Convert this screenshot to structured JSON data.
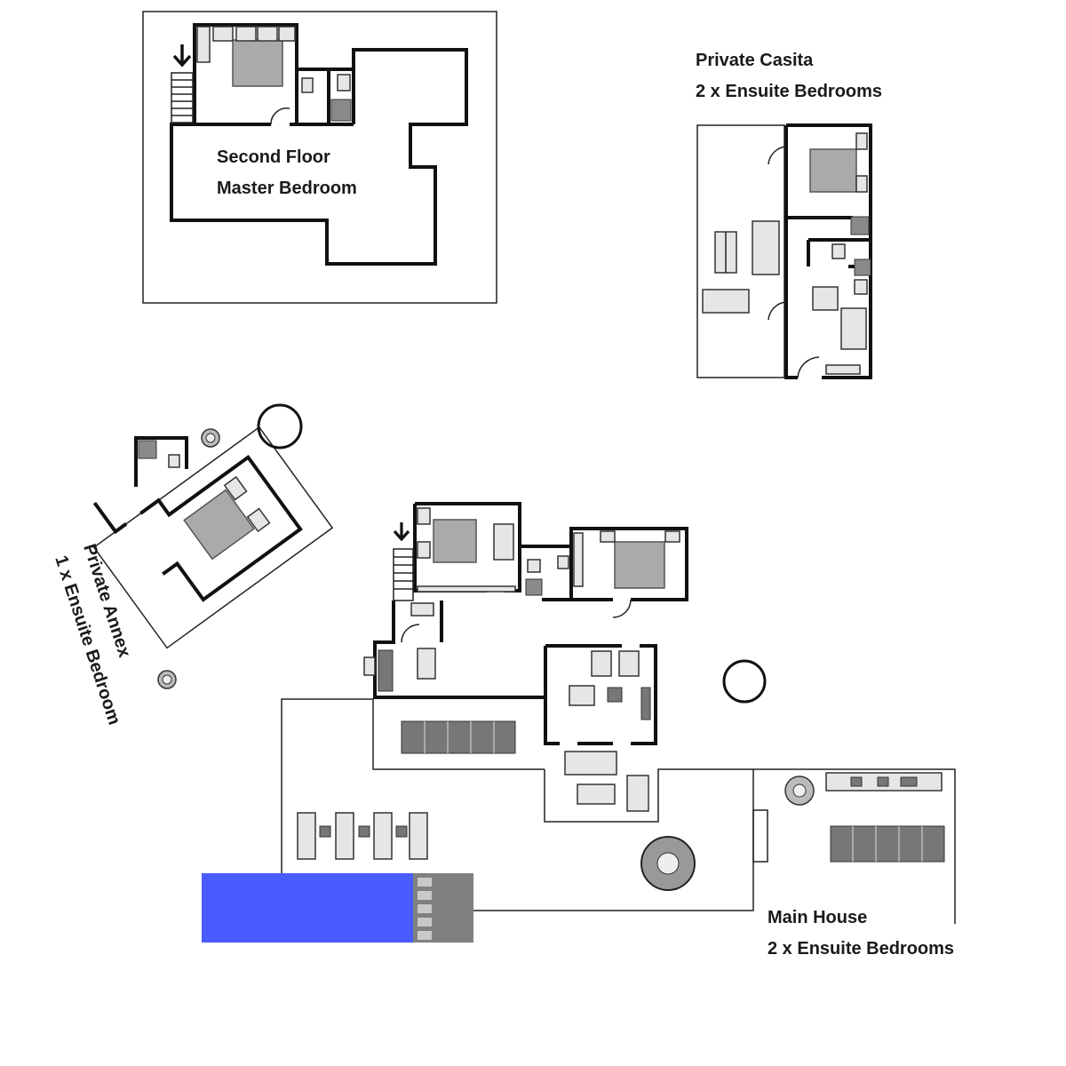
{
  "second_floor": {
    "line1": "Second Floor",
    "line2": "Master Bedroom"
  },
  "casita": {
    "line1": "Private Casita",
    "line2": "2 x Ensuite Bedrooms"
  },
  "annex": {
    "line1": "Private Annex",
    "line2": "1 x Ensuite Bedroom"
  },
  "main_house": {
    "line1": "Main House",
    "line2": "2 x Ensuite Bedrooms"
  },
  "colors": {
    "pool": "#4a5cff",
    "pool_deck": "#808080",
    "wall": "#111111",
    "bed": "#aaaaaa"
  },
  "icons": [
    "stairs-arrow-icon",
    "plant-icon",
    "round-table-icon"
  ]
}
